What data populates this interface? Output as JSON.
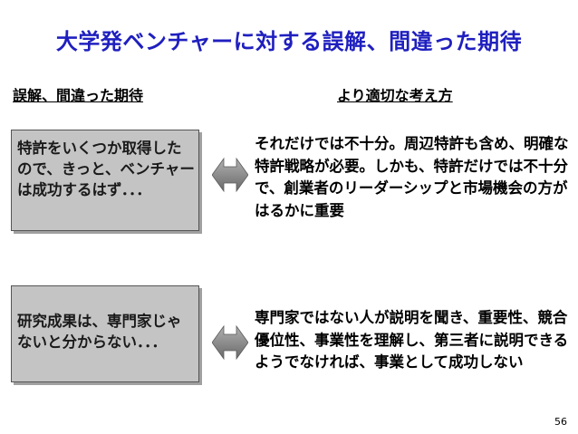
{
  "title": "大学発ベンチャーに対する誤解、間違った期待",
  "columns": {
    "left_heading": "誤解、間違った期待",
    "right_heading": "より適切な考え方"
  },
  "rows": [
    {
      "misconception": "特許をいくつか取得したので、きっと、ベンチャーは成功するはず．．．",
      "better_view": "それだけでは不十分。周辺特許も含め、明確な特許戦略が必要。しかも、特許だけでは不十分で、創業者のリーダーシップと市場機会の方がはるかに重要"
    },
    {
      "misconception": "研究成果は、専門家じゃないと分からない．．．",
      "better_view": "専門家ではない人が説明を聞き、重要性、競合優位性、事業性を理解し、第三者に説明できるようでなければ、事業として成功しない"
    }
  ],
  "page_number": "56",
  "colors": {
    "title": "#1f1fbf",
    "box_fill": "#c4c4c4",
    "arrow_fill": "#888888"
  }
}
